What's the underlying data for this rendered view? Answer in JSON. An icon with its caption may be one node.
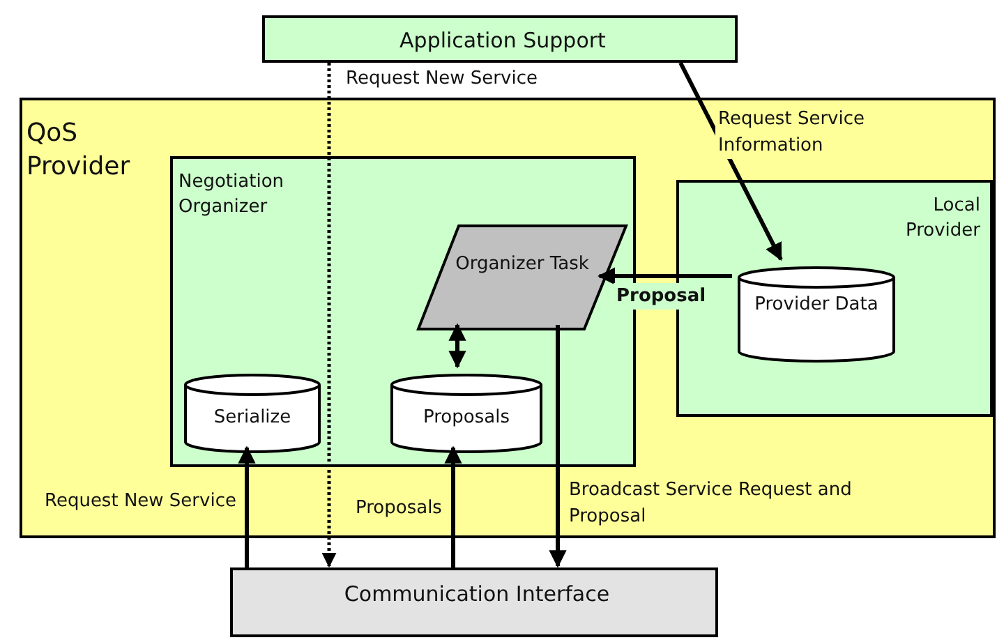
{
  "diagram": {
    "nodes": [
      {
        "text": [
          "Application Support"
        ]
      },
      {
        "text": [
          "QoS Provider"
        ]
      },
      {
        "text": [
          "Negotiation Organizer"
        ],
        "in": 1
      },
      {
        "text": [
          "Local Provider"
        ],
        "in": 1
      },
      {
        "text": [
          "Organizer Task"
        ],
        "in": 2
      },
      {
        "text": [
          "Serialize"
        ],
        "in": 2
      },
      {
        "text": [
          "Proposals"
        ],
        "in": 2
      },
      {
        "text": [
          "Provider Data"
        ],
        "in": 3
      },
      {
        "text": [
          "Communication Interface"
        ]
      }
    ],
    "edges": [
      {
        "from": 0,
        "to": 8,
        "arrow": "to",
        "label": "Request New Service",
        "style": "dashed"
      },
      {
        "from": 0,
        "to": 7,
        "arrow": "to",
        "label": "Request Service Information"
      },
      {
        "from": 7,
        "to": 4,
        "arrow": "to",
        "label": "Proposal"
      },
      {
        "from": 4,
        "to": 6,
        "arrow": "both"
      },
      {
        "from": 8,
        "to": 5,
        "arrow": "to",
        "label": "Request New Service"
      },
      {
        "from": 8,
        "to": 6,
        "arrow": "to",
        "label": "Proposals"
      },
      {
        "from": 4,
        "to": 8,
        "arrow": "to",
        "label": "Broadcast Service Request and Proposal"
      }
    ]
  }
}
